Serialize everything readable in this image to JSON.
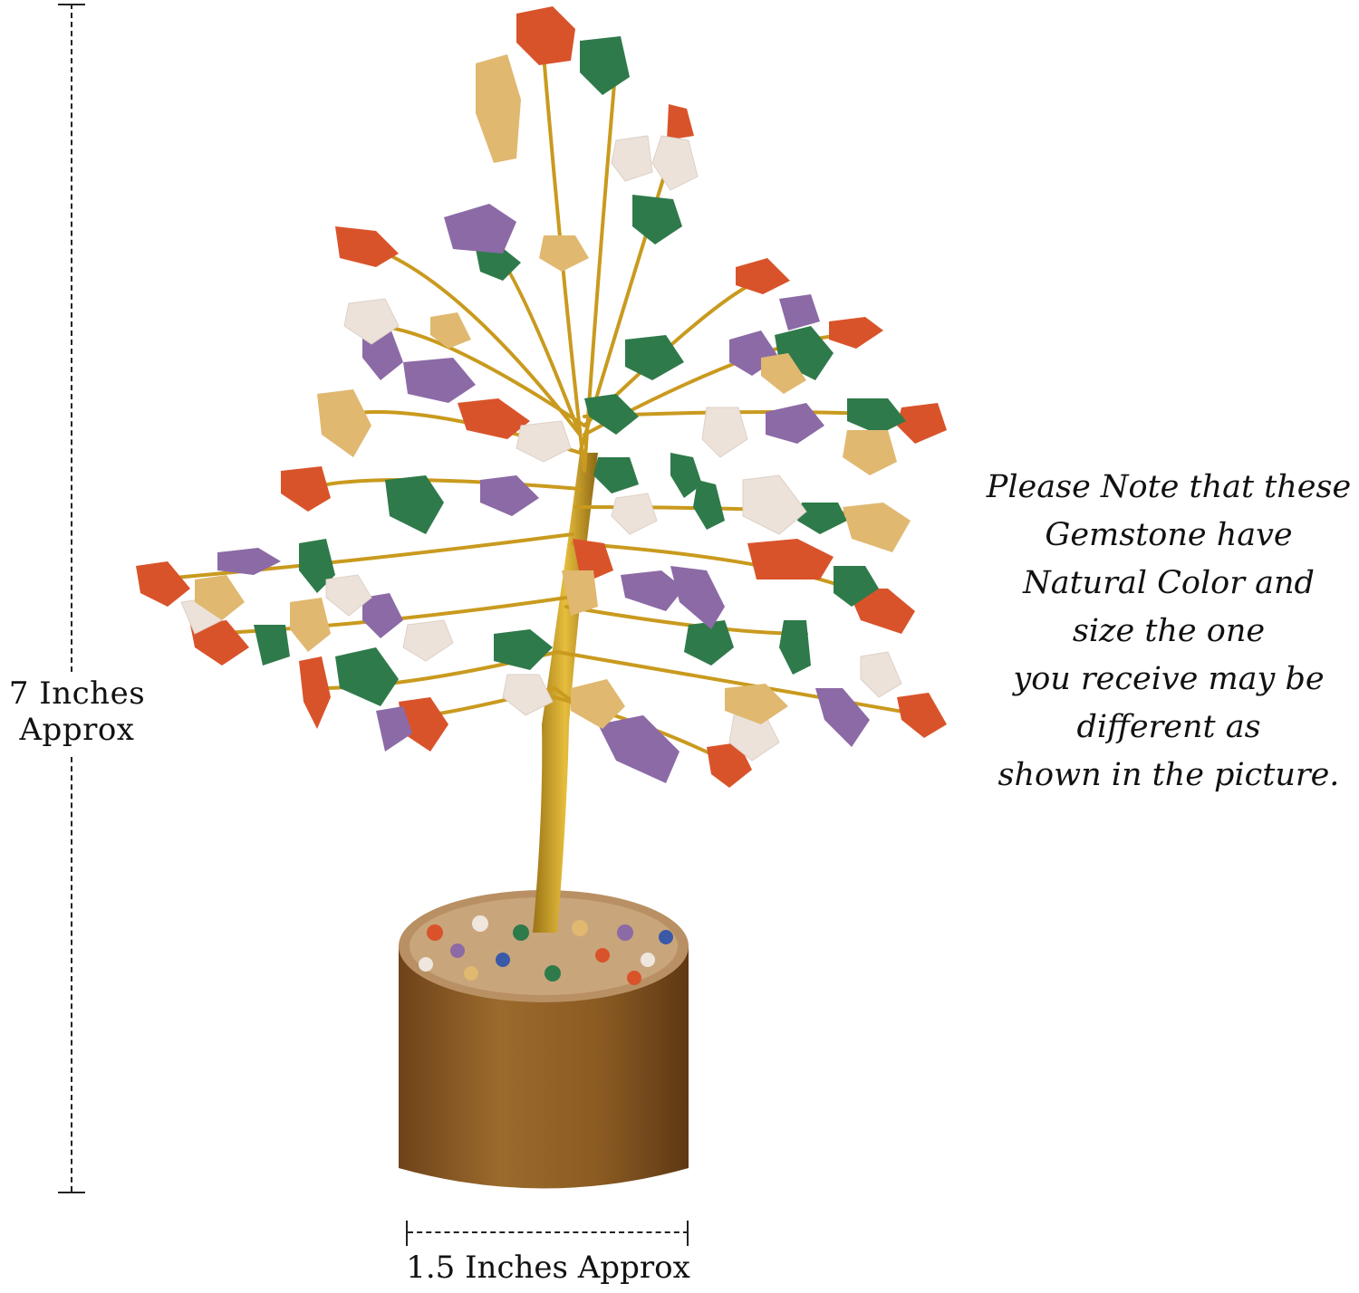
{
  "height_label": {
    "line1": "7 Inches",
    "line2": "Approx"
  },
  "width_label": "1.5 Inches Approx",
  "note": {
    "lines": [
      "Please Note that these",
      "Gemstone have",
      "Natural Color and",
      "size the one",
      "you receive may be",
      "different as",
      "shown in the picture."
    ]
  },
  "colors": {
    "wire": "#c99a1e",
    "wood": "#8a5a22",
    "carnelian": "#d9532a",
    "aventurine": "#2f7a4a",
    "amethyst": "#8c6aa6",
    "quartz": "#efe6de",
    "citrine": "#e0b870"
  }
}
